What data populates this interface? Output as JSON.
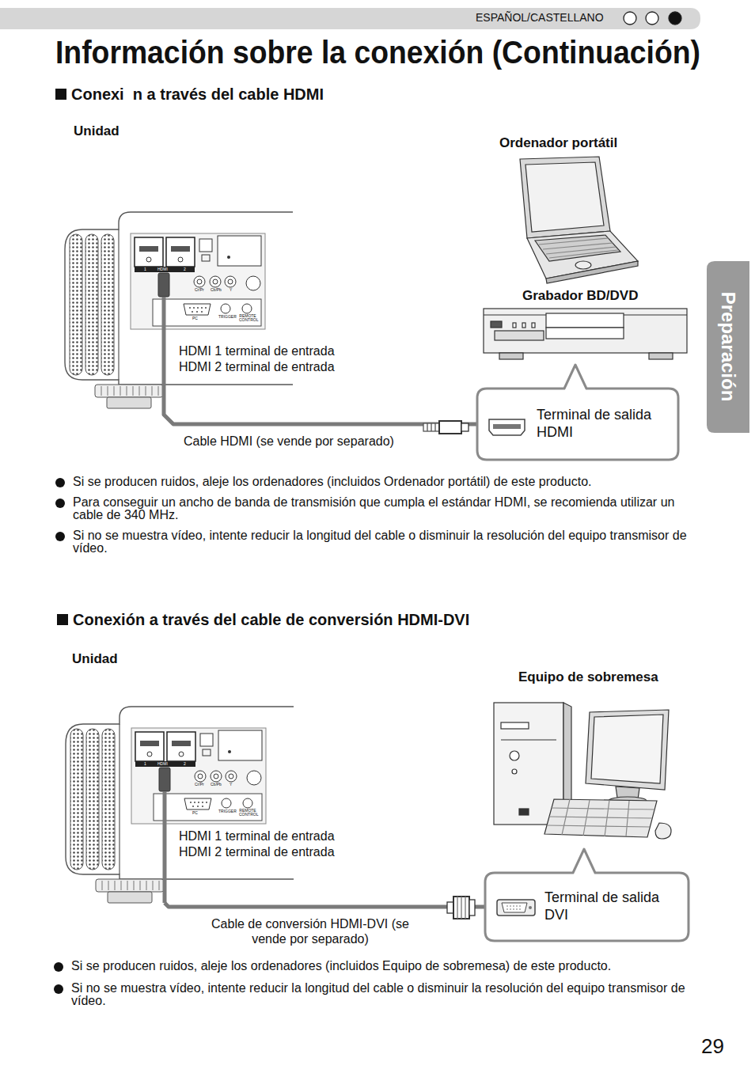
{
  "diagram": {
    "title": "Información sobre la conexión (Continuación)",
    "nodes": [
      {
        "text": [
          "Unidad"
        ]
      },
      {
        "text": [
          "Terminal de salida HDMI"
        ]
      },
      {
        "text": [
          "Unidad"
        ]
      },
      {
        "text": [
          "Terminal de salida DVI"
        ]
      }
    ],
    "edges": [
      {
        "from": 0,
        "to": 1,
        "arrow": "none",
        "label": "Cable HDMI (se vende por separado)"
      },
      {
        "from": 2,
        "to": 3,
        "arrow": "none",
        "label": "Cable de conversión HDMI-DVI (se vende por separado)"
      }
    ],
    "labels": [
      "ESPAÑOL/CASTELLANO",
      "Conexi  n a través del cable HDMI",
      "Ordenador portátil",
      "Grabador BD/DVD",
      "1",
      "HDMI",
      "2",
      "Cr/Pr",
      "Cb/Pb",
      "Y",
      "PC",
      "TRIGGER",
      "REMOTE CONTROL",
      "HDMI 1 terminal de entrada",
      "HDMI 2 terminal de entrada",
      "Si se producen ruidos, aleje los ordenadores (incluidos Ordenador portátil) de este producto.",
      "Para conseguir un ancho de banda de transmisión que cumpla el estándar HDMI, se recomienda utilizar un cable de 340 MHz.",
      "Si no se muestra vídeo, intente reducir la longitud del cable o disminuir la resolución del equipo transmisor de vídeo.",
      "Preparación",
      "Conexión a través del cable de conversión HDMI-DVI",
      "Equipo de sobremesa",
      "1",
      "HDMI",
      "2",
      "Cr/Pr",
      "Cb/Pb",
      "Y",
      "PC",
      "TRIGGER",
      "REMOTE CONTROL",
      "HDMI 1 terminal de entrada",
      "HDMI 2 terminal de entrada",
      "Si se producen ruidos, aleje los ordenadores (incluidos Equipo de sobremesa) de este producto.",
      "Si no se muestra vídeo, intente reducir la longitud del cable o disminuir la resolución del equipo transmisor de vídeo.",
      "29"
    ]
  }
}
